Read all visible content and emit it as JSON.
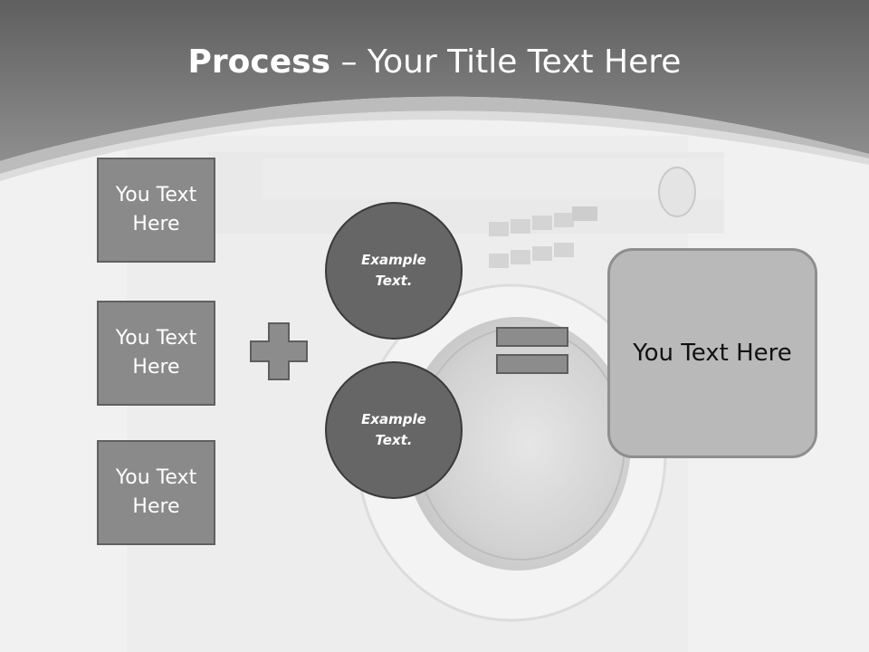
{
  "title": {
    "bold": "Process",
    "rest": " – Your Title Text Here"
  },
  "left_boxes": [
    {
      "label": "You Text Here"
    },
    {
      "label": "You Text Here"
    },
    {
      "label": "You Text Here"
    }
  ],
  "circles": [
    {
      "label": "Example Text."
    },
    {
      "label": "Example Text."
    }
  ],
  "result": {
    "label": "You Text Here"
  },
  "colors": {
    "header": "#7a7a7a",
    "box_fill": "#8a8a8a",
    "circle_fill": "#666666",
    "result_fill": "#b9b9b9",
    "operator_fill": "#8c8c8c"
  },
  "icons": {
    "plus": "plus-icon",
    "equals": "equals-icon",
    "background": "washing-machine-photo"
  }
}
